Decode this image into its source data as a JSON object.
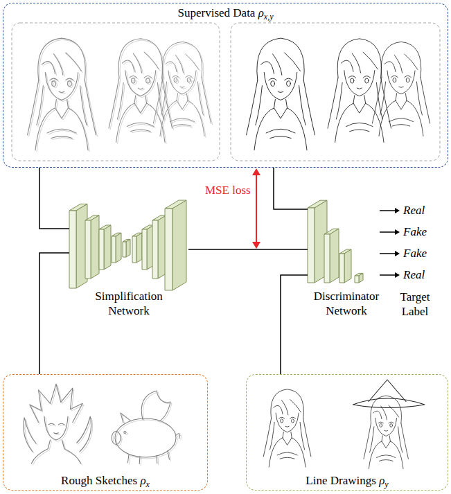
{
  "diagram": {
    "nodes": [
      {
        "text": [
          "Supervised Data ρx,y"
        ]
      },
      {
        "text": [
          "Simplification Network"
        ]
      },
      {
        "text": [
          "Discriminator Network"
        ]
      },
      {
        "text": [
          "Rough Sketches ρx"
        ]
      },
      {
        "text": [
          "Line Drawings ρy"
        ]
      }
    ],
    "edges": [
      {
        "from": 0,
        "to": 1,
        "arrow": "none"
      },
      {
        "from": 0,
        "to": 2,
        "arrow": "none"
      },
      {
        "from": 1,
        "to": 2,
        "arrow": "none"
      },
      {
        "from": 3,
        "to": 1,
        "arrow": "none"
      },
      {
        "from": 4,
        "to": 2,
        "arrow": "none"
      }
    ],
    "labels": [
      "MSE loss",
      "Real",
      "Fake",
      "Fake",
      "Real",
      "Target Label"
    ]
  }
}
